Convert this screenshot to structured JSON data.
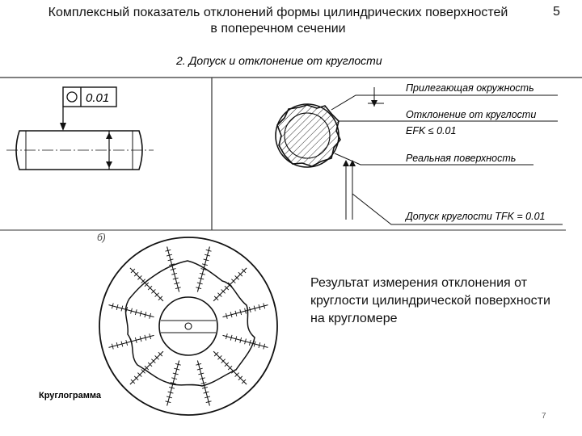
{
  "header": {
    "title_line1": "Комплексный показатель отклонений формы цилиндрических поверхностей",
    "title_line2": "в поперечном сечении",
    "page_number": "5"
  },
  "figure_a": {
    "heading": "2. Допуск и отклонение от круглости",
    "tolerance_frame_value": "0.01",
    "label_adjacent_circle": "Прилегающая окружность",
    "label_roundness_deviation": "Отклонение от круглости",
    "label_efk": "EFK ≤ 0.01",
    "label_real_surface": "Реальная поверхность",
    "label_tolerance": "Допуск круглости TFK = 0.01"
  },
  "figure_b": {
    "marker": "б)",
    "label_roundness_chart": "Круглограмма"
  },
  "caption": {
    "text": "Результат измерения отклонения от круглости цилиндрической поверхности на кругломере"
  },
  "slide_number": "7"
}
